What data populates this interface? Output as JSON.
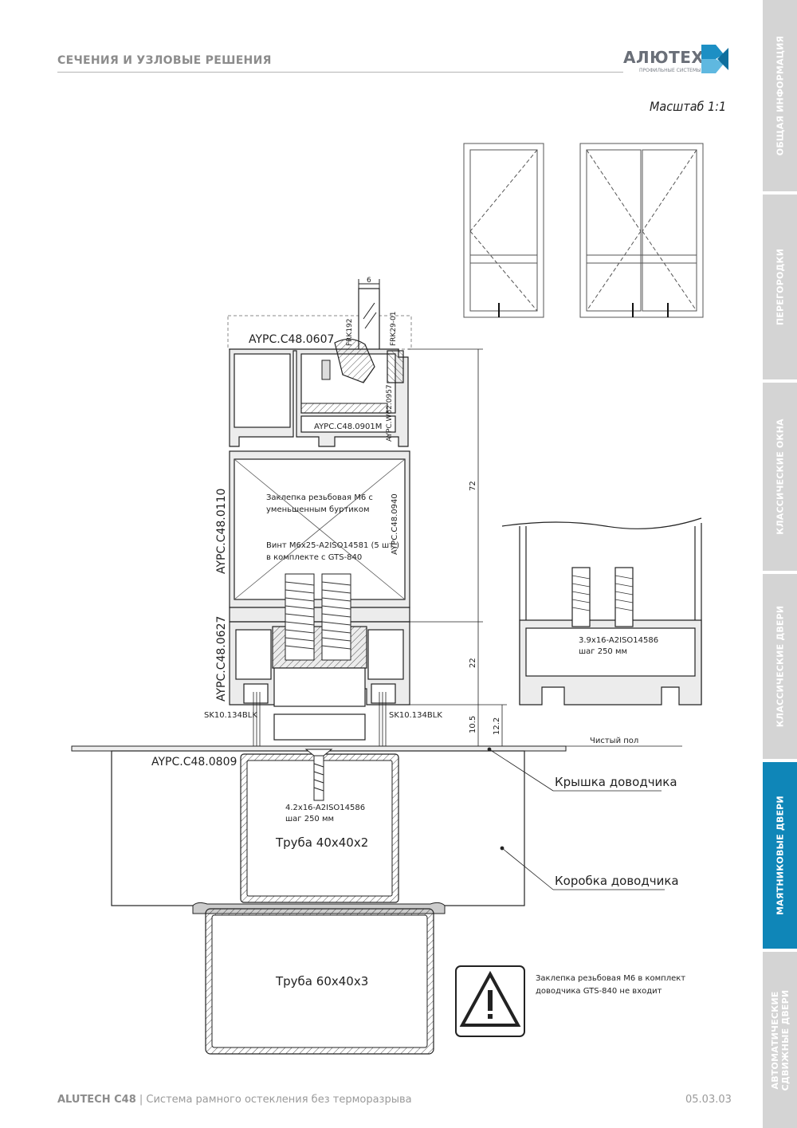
{
  "header": {
    "title": "СЕЧЕНИЯ И УЗЛОВЫЕ РЕШЕНИЯ"
  },
  "logo": {
    "name": "АЛЮТЕХ",
    "subtitle": "ПРОФИЛЬНЫЕ СИСТЕМЫ",
    "accent": "#1d8fc4"
  },
  "scale": "Масштаб 1:1",
  "side_tabs": [
    {
      "label": "ОБЩАЯ ИНФОРМАЦИЯ",
      "active": false
    },
    {
      "label": "ПЕРЕГОРОДКИ",
      "active": false
    },
    {
      "label": "КЛАССИЧЕСКИЕ ОКНА",
      "active": false
    },
    {
      "label": "КЛАССИЧЕСКИЕ ДВЕРИ",
      "active": false
    },
    {
      "label": "МАЯТНИКОВЫЕ ДВЕРИ",
      "active": true
    },
    {
      "label": "АВТОМАТИЧЕСКИЕ СДВИЖНЫЕ ДВЕРИ",
      "active": false
    }
  ],
  "drawing": {
    "profiles": {
      "top": "AYPC.C48.0607",
      "frame": "AYPC.C48.0110",
      "bottom": "AYPC.C48.0627",
      "base": "AYPC.C48.0809",
      "bead": "AYPC.C48.0901M",
      "bead2": "AYPC.C48.0940",
      "gasket": "AYPC.W62.0957",
      "seal1": "FRK192",
      "seal2": "FRK29-01",
      "brush_left": "SK10.134BLK",
      "brush_right": "SK10.134BLK"
    },
    "dims": {
      "glass": "6",
      "height": "72",
      "bottom": "22",
      "gap1": "10.5",
      "gap2": "12.2"
    },
    "notes": {
      "rivet_line1": "Заклепка резьбовая М6 с",
      "rivet_line2": "уменьшенным буртиком",
      "screw_line1": "Винт М6х25-A2ISO14581 (5 шт.)",
      "screw_line2": "в комплекте с GTS-840",
      "detail_screw_line1": "3.9x16-A2ISO14586",
      "detail_screw_line2": "шаг 250 мм",
      "tube_screw_line1": "4.2x16-A2ISO14586",
      "tube_screw_line2": "шаг 250 мм",
      "floor": "Чистый пол",
      "cover": "Крышка доводчика",
      "box": "Коробка доводчика",
      "tube1": "Труба 40х40х2",
      "tube2": "Труба 60х40х3",
      "warning_line1": "Заклепка резьбовая М6 в комплект",
      "warning_line2": "доводчика GTS-840 не входит"
    }
  },
  "footer": {
    "brand": "ALUTECH C48",
    "text": " | Система рамного остекления без терморазрыва"
  },
  "page_number": "05.03.03"
}
